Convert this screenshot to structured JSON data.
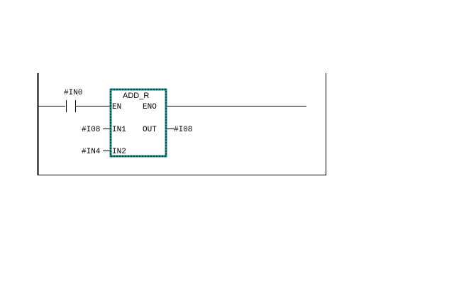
{
  "network": {
    "contact": {
      "operand": "#IN0"
    },
    "block": {
      "name": "ADD_R",
      "pins": {
        "en": "EN",
        "eno": "ENO",
        "in1": "IN1",
        "in2": "IN2",
        "out": "OUT"
      },
      "operands": {
        "in1": "#I08",
        "in2": "#IN4",
        "out": "#I08"
      }
    }
  },
  "colors": {
    "block_selection_border": "#1a8a8a",
    "wire": "#000000"
  }
}
